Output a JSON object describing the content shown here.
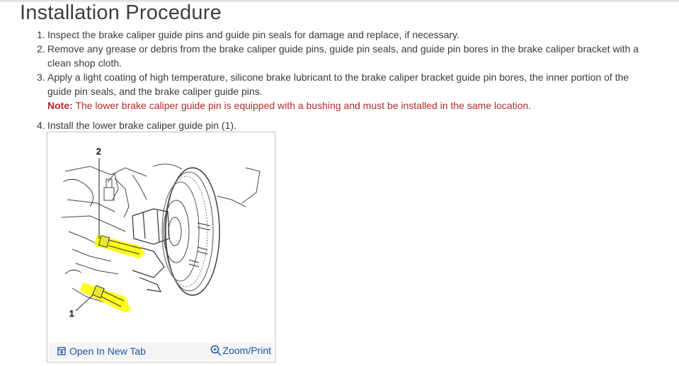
{
  "title": "Installation Procedure",
  "steps": [
    {
      "num": "1.",
      "text": "Inspect the brake caliper guide pins and guide pin seals for damage and replace, if necessary."
    },
    {
      "num": "2.",
      "text": "Remove any grease or debris from the brake caliper guide pins, guide pin seals, and guide pin bores in the brake caliper bracket with a clean shop cloth."
    },
    {
      "num": "3.",
      "text": "Apply a light coating of high temperature, silicone brake lubricant to the brake caliper bracket guide pin bores, the inner portion of the guide pin seals, and the brake caliper guide pins."
    },
    {
      "num": "4.",
      "text": "Install the lower brake caliper guide pin (1)."
    }
  ],
  "note": {
    "label": "Note:",
    "text": "The lower brake caliper guide pin is equipped with a bushing and must be installed in the same location."
  },
  "figure": {
    "callouts": [
      "1",
      "2"
    ],
    "open_tab_label": "Open In New Tab",
    "zoom_label": "Zoom/Print",
    "highlight_color": "#ffff00"
  }
}
